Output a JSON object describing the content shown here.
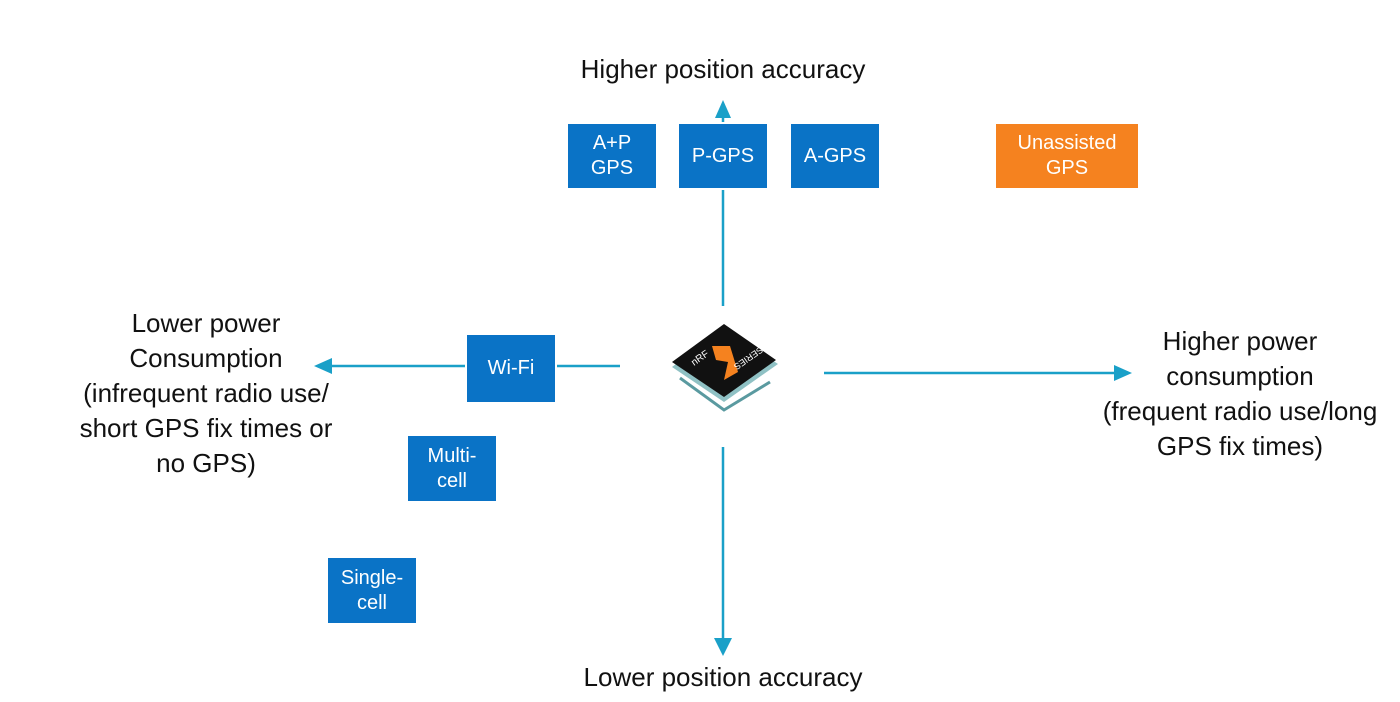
{
  "axes": {
    "top": "Higher position accuracy",
    "bottom": "Lower position accuracy",
    "left": "Lower power\nConsumption\n(infrequent radio use/\nshort GPS fix times or\nno GPS)",
    "right": "Higher power\nconsumption\n(frequent radio use/long\nGPS fix times)"
  },
  "methods": [
    {
      "label": "A+P\nGPS",
      "color": "#0a73c6"
    },
    {
      "label": "P-GPS",
      "color": "#0a73c6"
    },
    {
      "label": "A-GPS",
      "color": "#0a73c6"
    },
    {
      "label": "Unassisted\nGPS",
      "color": "#f5821f"
    },
    {
      "label": "Wi-Fi",
      "color": "#0a73c6"
    },
    {
      "label": "Multi-\ncell",
      "color": "#0a73c6"
    },
    {
      "label": "Single-\ncell",
      "color": "#0a73c6"
    }
  ],
  "center_logo": {
    "text": "nRF 9 SERIES",
    "icon": "nrf9-chip-icon"
  },
  "colors": {
    "arrow": "#1aa0c8",
    "blue": "#0a73c6",
    "orange": "#f5821f"
  }
}
